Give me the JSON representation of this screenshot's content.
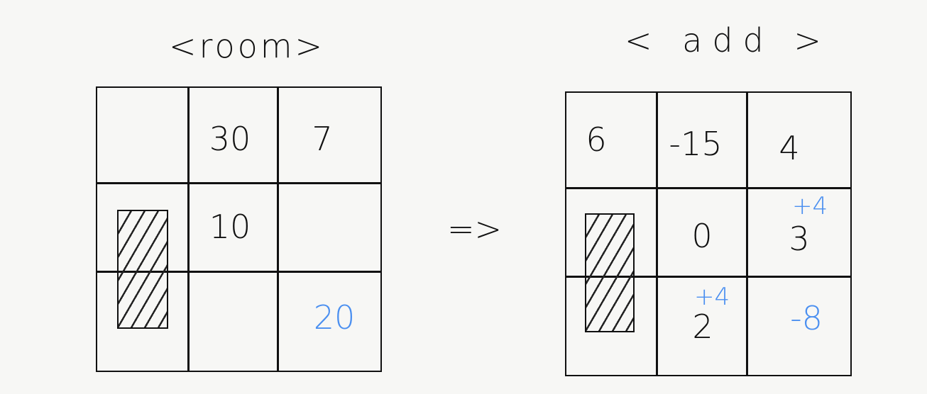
{
  "titles": {
    "left": "<room>",
    "right": "< add >"
  },
  "arrow": "=>",
  "room": {
    "cells": [
      [
        "",
        "30",
        "7"
      ],
      [
        "",
        "10",
        ""
      ],
      [
        "",
        "",
        "20"
      ]
    ],
    "highlight": "20"
  },
  "add": {
    "cells": [
      [
        "6",
        "-15",
        "4"
      ],
      [
        "",
        "0",
        "3"
      ],
      [
        "",
        "2",
        "-8"
      ]
    ],
    "annotations": {
      "r1c2": "+4",
      "r2c1": "+4"
    }
  },
  "colors": {
    "ink": "#111111",
    "accent": "#4a8ff0",
    "background": "#f7f7f5"
  }
}
